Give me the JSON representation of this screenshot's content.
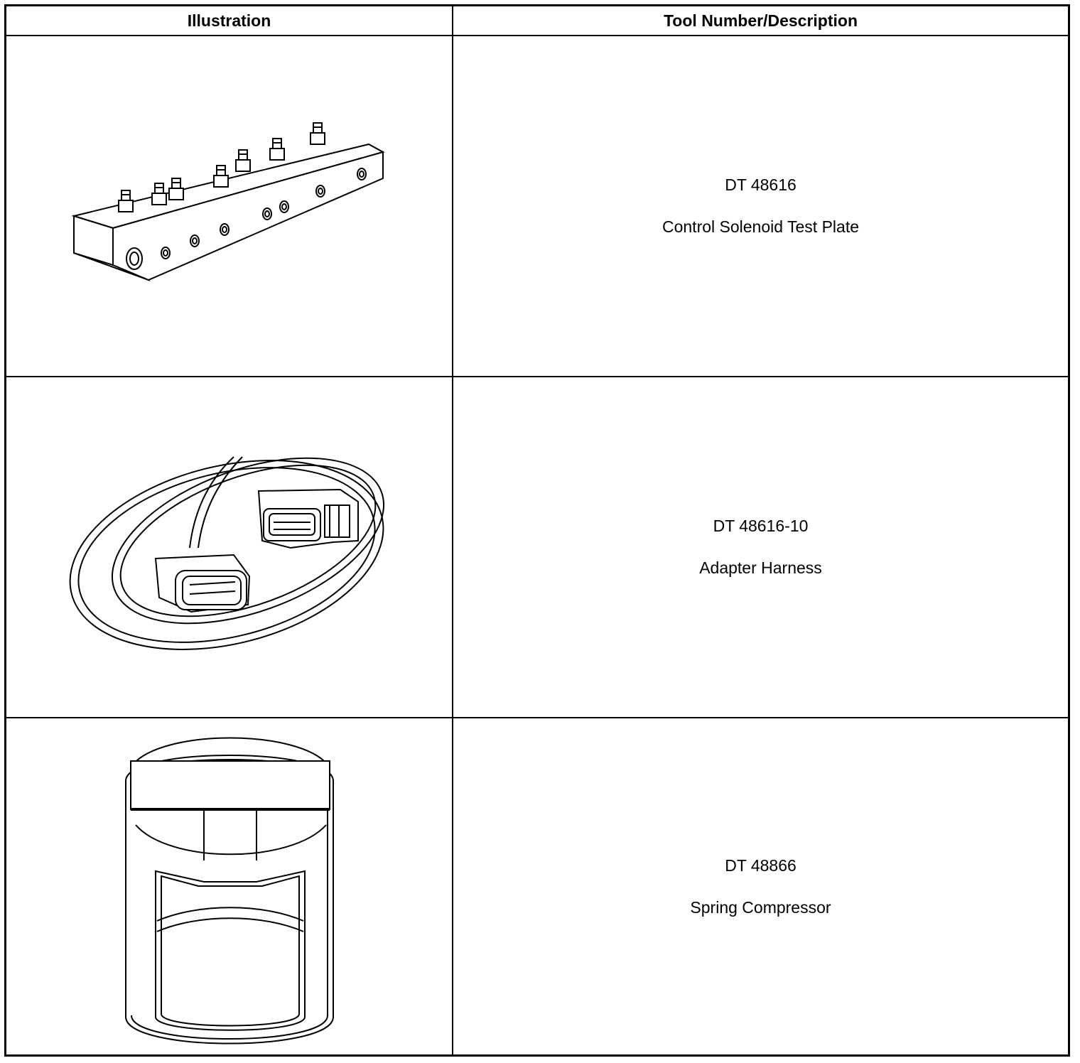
{
  "table": {
    "headers": {
      "illustration": "Illustration",
      "description": "Tool Number/Description"
    },
    "rows": [
      {
        "tool_number": "DT 48616",
        "description": "Control Solenoid Test Plate",
        "icon": "solenoid-test-plate-illustration"
      },
      {
        "tool_number": "DT 48616-10",
        "description": "Adapter Harness",
        "icon": "adapter-harness-illustration"
      },
      {
        "tool_number": "DT 48866",
        "description": "Spring Compressor",
        "icon": "spring-compressor-illustration"
      }
    ]
  }
}
